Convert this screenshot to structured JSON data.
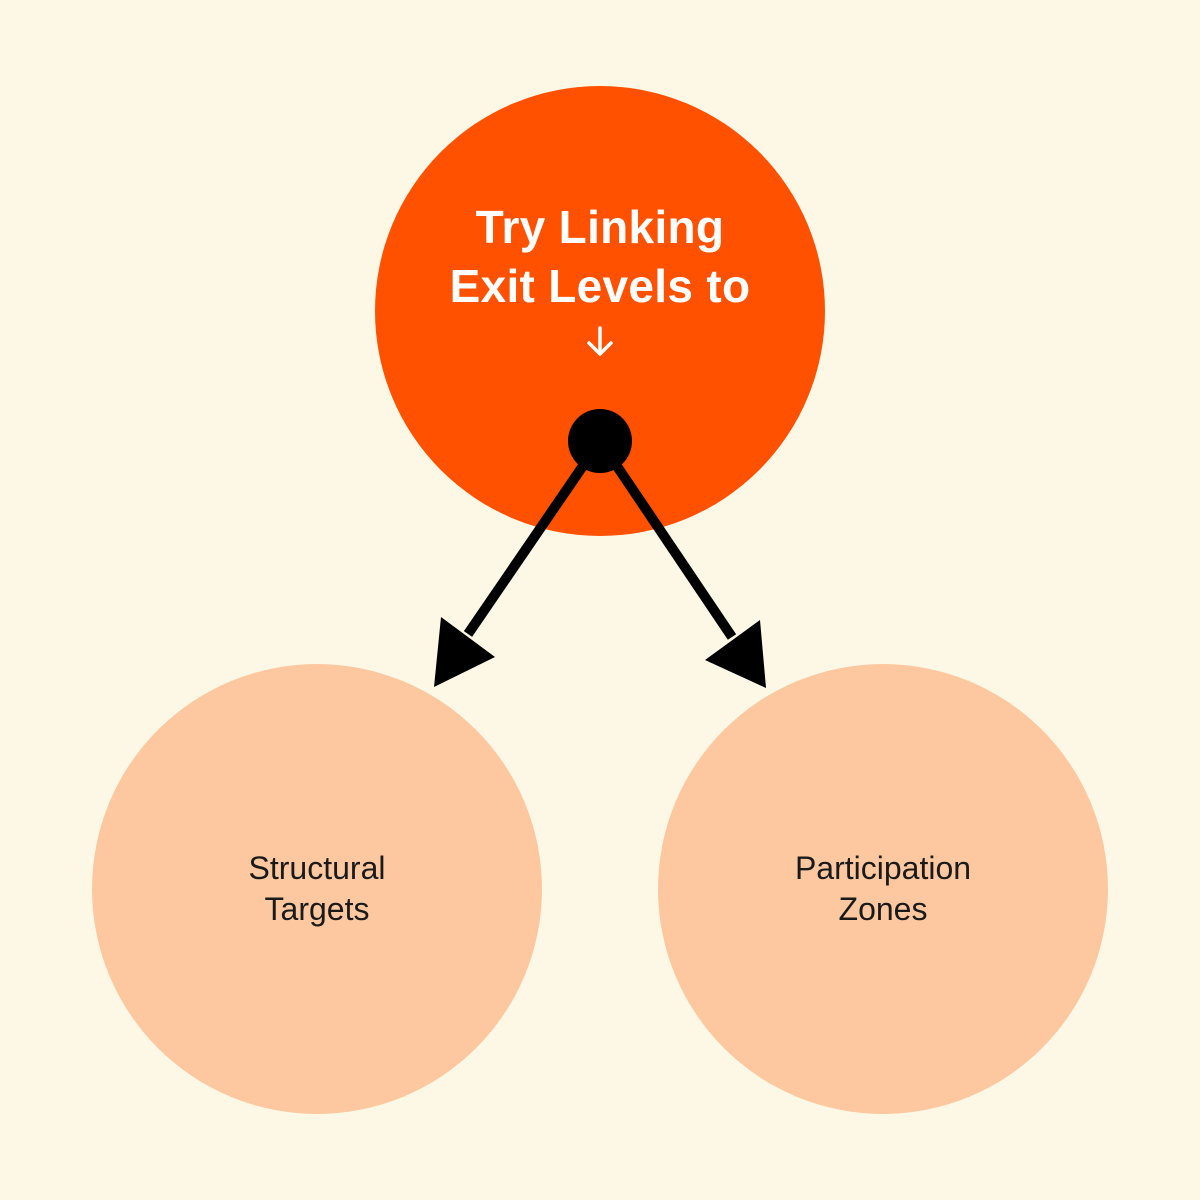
{
  "top_node": {
    "line1": "Try Linking",
    "line2": "Exit Levels to",
    "icon": "down-arrow-icon",
    "color": "#FF5100",
    "text_color": "#FFFFFF"
  },
  "left_node": {
    "line1": "Structural",
    "line2": "Targets",
    "color": "#FDC8A0"
  },
  "right_node": {
    "line1": "Participation",
    "line2": "Zones",
    "color": "#FDC8A0"
  },
  "colors": {
    "background": "#FDF8E6",
    "connector": "#000000"
  }
}
